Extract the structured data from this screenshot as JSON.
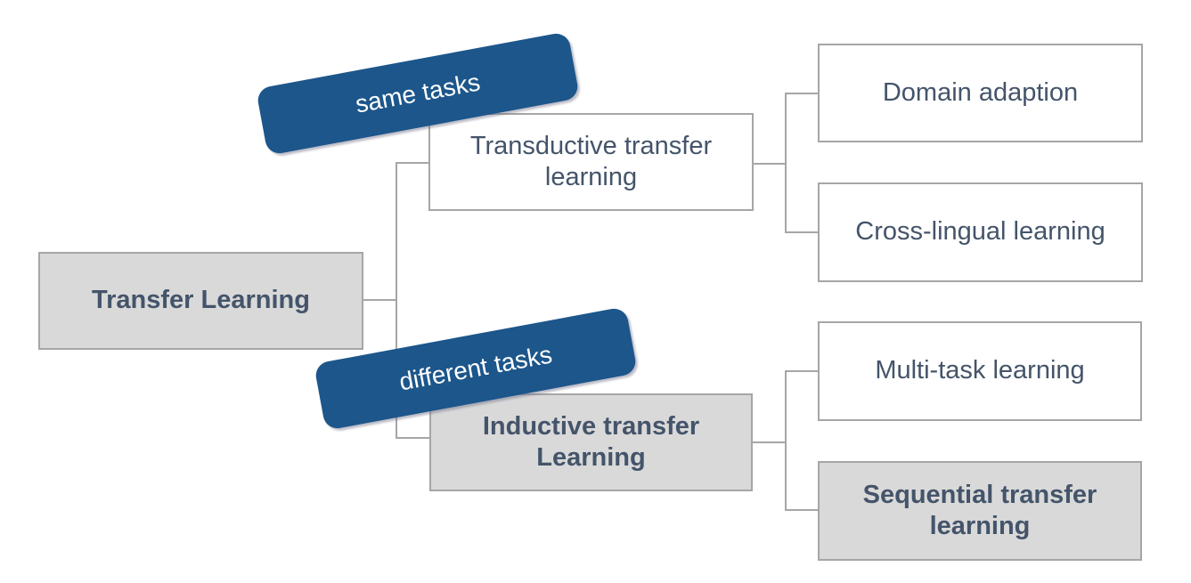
{
  "nodes": {
    "root": {
      "label": "Transfer Learning"
    },
    "transductive": {
      "label": "Transductive transfer learning"
    },
    "inductive": {
      "label": "Inductive transfer Learning"
    },
    "domain": {
      "label": "Domain adaption"
    },
    "cross": {
      "label": "Cross-lingual learning"
    },
    "multitask": {
      "label": "Multi-task learning"
    },
    "sequential": {
      "label": "Sequential transfer learning"
    }
  },
  "badges": {
    "same": {
      "label": "same tasks"
    },
    "different": {
      "label": "different tasks"
    }
  },
  "colors": {
    "badge_blue": "#1c568b",
    "node_gray": "#d9d9d9",
    "border_gray": "#a6a6a6",
    "text_dark": "#44546a"
  }
}
